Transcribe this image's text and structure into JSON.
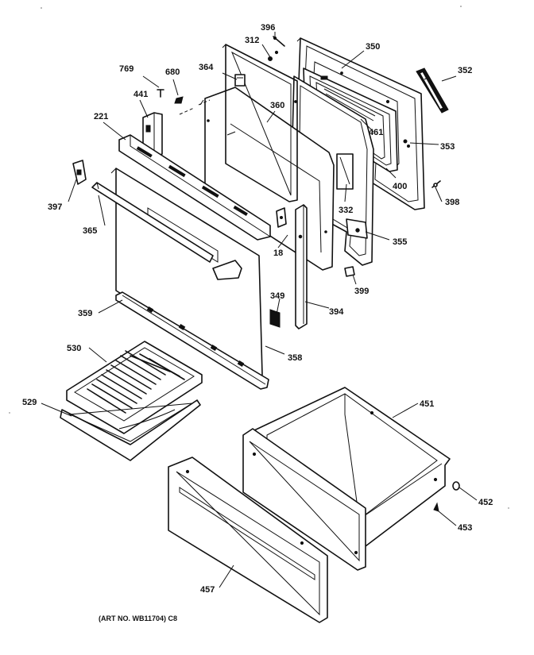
{
  "diagram": {
    "art_number": "(ART NO. WB11704) C8",
    "callouts": {
      "c396": "396",
      "c312": "312",
      "c350": "350",
      "c352": "352",
      "c769": "769",
      "c680": "680",
      "c364": "364",
      "c441": "441",
      "c360": "360",
      "c461": "461",
      "c353": "353",
      "c221": "221",
      "c400": "400",
      "c398": "398",
      "c332": "332",
      "c397": "397",
      "c365": "365",
      "c355": "355",
      "c18": "18",
      "c399": "399",
      "c349": "349",
      "c359": "359",
      "c394": "394",
      "c530": "530",
      "c358": "358",
      "c529": "529",
      "c451": "451",
      "c452": "452",
      "c453": "453",
      "c457": "457"
    }
  }
}
